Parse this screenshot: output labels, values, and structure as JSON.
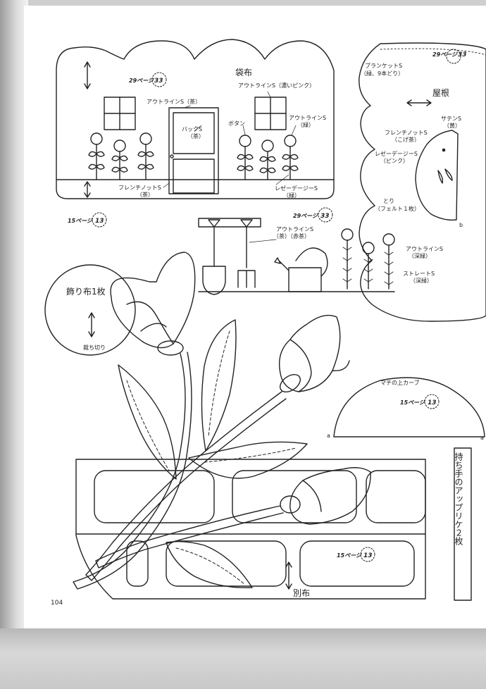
{
  "page_number": "104",
  "house": {
    "title": "袋布",
    "ref_page": "29ページ",
    "ref_num": "33",
    "outline_brown": "アウトラインS（茶）",
    "outline_dark_pink": "アウトラインS（濃いピンク）",
    "outline_green": "アウトラインS",
    "outline_green_sub": "（緑）",
    "back_stitch": "バックS",
    "back_stitch_sub": "（茶）",
    "button": "ボタン",
    "french_knot": "フレンチノットS",
    "french_knot_sub": "（茶）",
    "lazy_daisy": "レゼーデージーS",
    "lazy_daisy_sub": "（緑）"
  },
  "roof": {
    "ref_page": "29ページ",
    "ref_num": "33",
    "blanket": "ブランケットS",
    "blanket_sub": "（緑、9本どり）",
    "title": "屋根",
    "satin": "サテンS",
    "satin_sub": "（黄）",
    "french_knot": "フレンチノットS",
    "french_knot_sub": "（こげ茶）",
    "lazy_daisy": "レゼーデージーS",
    "lazy_daisy_sub": "（ピンク）",
    "bird": "とり",
    "bird_sub": "（フェルト１枚）",
    "b_mark": "b",
    "outline": "アウトラインS",
    "outline_sub": "（深緑）",
    "straight": "ストレートS",
    "straight_sub": "（深緑）"
  },
  "garden": {
    "ref_page": "29ページ",
    "ref_num": "33",
    "outline": "アウトラインS",
    "outline_sub": "（茶）（赤茶）"
  },
  "deco": {
    "ref_page": "15ページ",
    "ref_num": "13",
    "title": "飾り布1枚",
    "cut": "裁ち切り"
  },
  "gusset": {
    "title": "マチの上カーブ",
    "ref_page": "15ページ",
    "ref_num": "13",
    "a_left": "a",
    "a_right": "a"
  },
  "handle": {
    "ref_page": "15ページ",
    "ref_num": "13",
    "separate_cloth": "別布",
    "side_label": "持ち手のアップリケ２枚"
  },
  "colors": {
    "ink": "#222222",
    "paper": "#ffffff"
  }
}
